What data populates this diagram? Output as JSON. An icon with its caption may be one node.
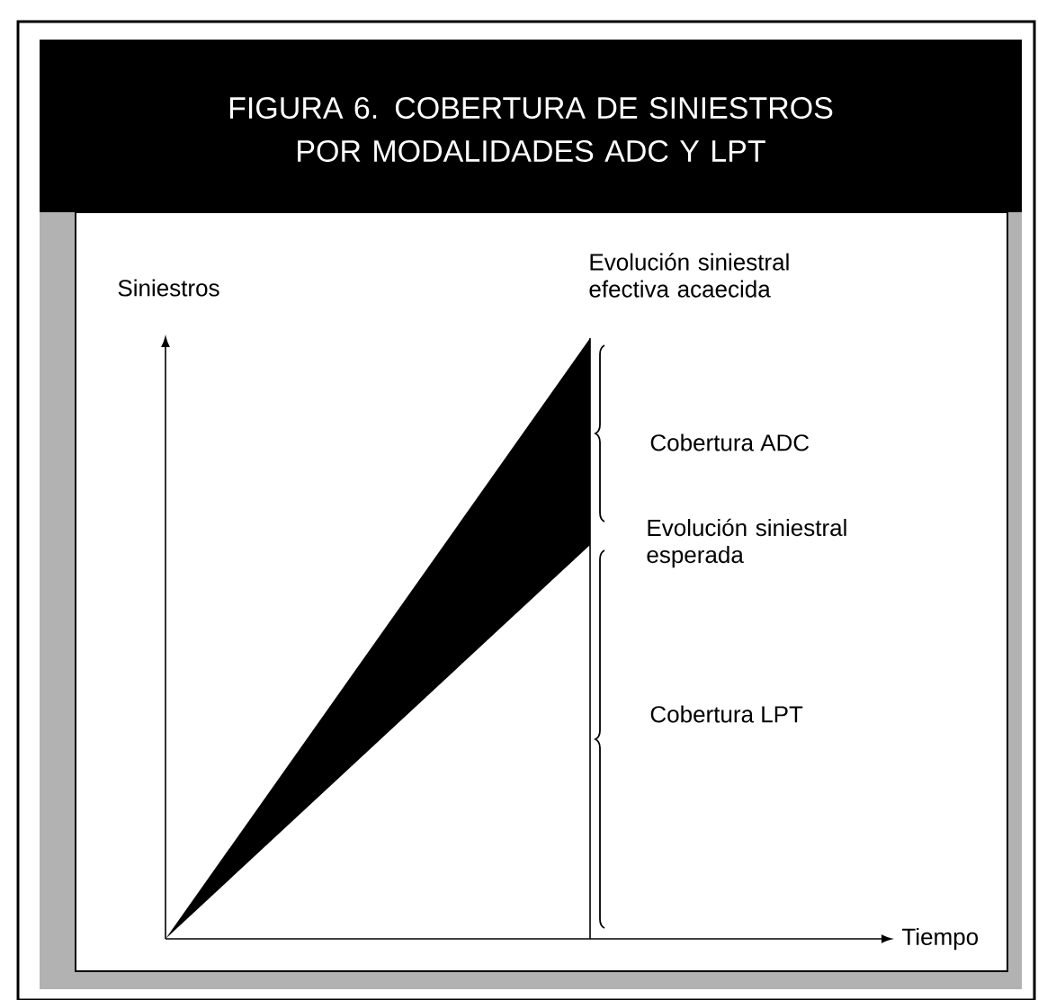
{
  "diagram": {
    "title": "FIGURA 6. COBERTURA DE SINIESTROS POR MODALIDADES ADC Y LPT",
    "labels": [
      "Siniestros",
      "Evolución siniestral efectiva acaecida",
      "Cobertura ADC",
      "Evolución siniestral esperada",
      "Cobertura LPT",
      "Tiempo"
    ]
  }
}
